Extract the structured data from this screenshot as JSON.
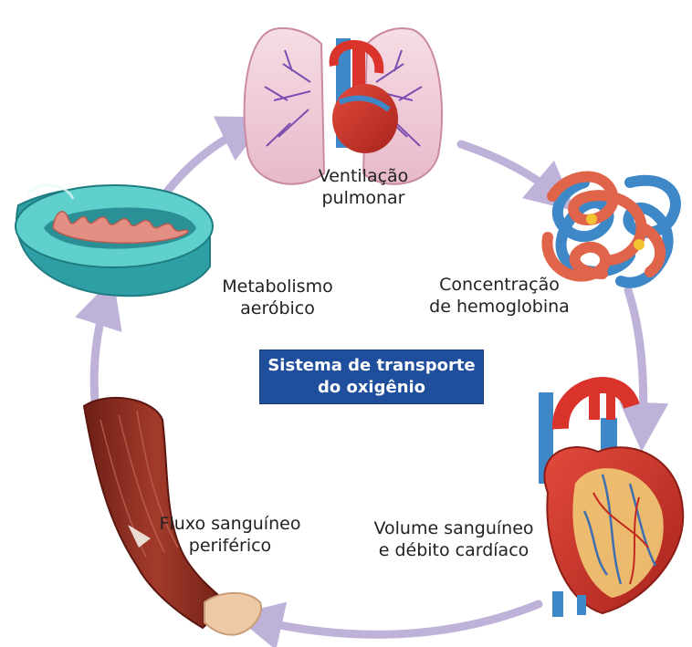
{
  "center_title": {
    "line1": "Sistema de transporte",
    "line2": "do oxigênio"
  },
  "stages": [
    {
      "line1": "Ventilação",
      "line2": "pulmonar",
      "icon": "lungs-icon"
    },
    {
      "line1": "Concentração",
      "line2": "de hemoglobina",
      "icon": "hemoglobin-icon"
    },
    {
      "line1": "Volume sanguíneo",
      "line2": "e débito cardíaco",
      "icon": "heart-icon"
    },
    {
      "line1": "Fluxo sanguíneo",
      "line2": "periférico",
      "icon": "arm-muscle-icon"
    },
    {
      "line1": "Metabolismo",
      "line2": "aeróbico",
      "icon": "mitochondrion-icon"
    }
  ],
  "colors": {
    "cycle_arrow": "#bfb2d8",
    "center_box": "#1f4f9c",
    "lung": "#f1cfdb",
    "vessel_red": "#d9332b",
    "vessel_blue": "#3f88c8",
    "mitochondria_shell": "#40c0bf",
    "mitochondria_inner": "#e48f84",
    "muscle": "#8a2c1f",
    "hand": "#eec9a6"
  }
}
